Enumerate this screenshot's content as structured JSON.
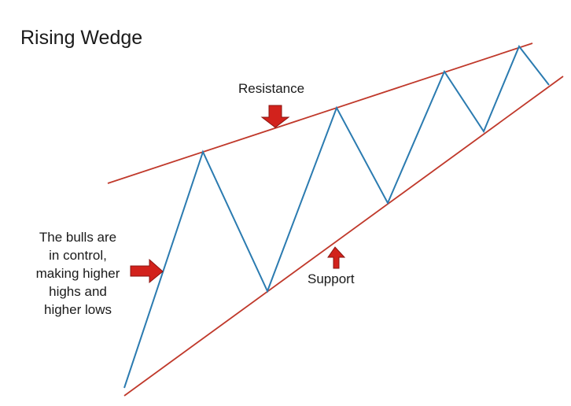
{
  "title": "Rising Wedge",
  "labels": {
    "resistance": "Resistance",
    "support": "Support",
    "note_lines": [
      "The bulls are",
      "in control,",
      "making higher",
      "highs and",
      "higher lows"
    ]
  },
  "colors": {
    "trendline": "#c0392b",
    "price": "#2b7bb0",
    "arrow_fill": "#d2221c",
    "arrow_stroke": "#8a1410",
    "text": "#1a1a1a"
  },
  "icons": [
    "arrow-down-icon",
    "arrow-up-icon",
    "arrow-right-icon"
  ]
}
